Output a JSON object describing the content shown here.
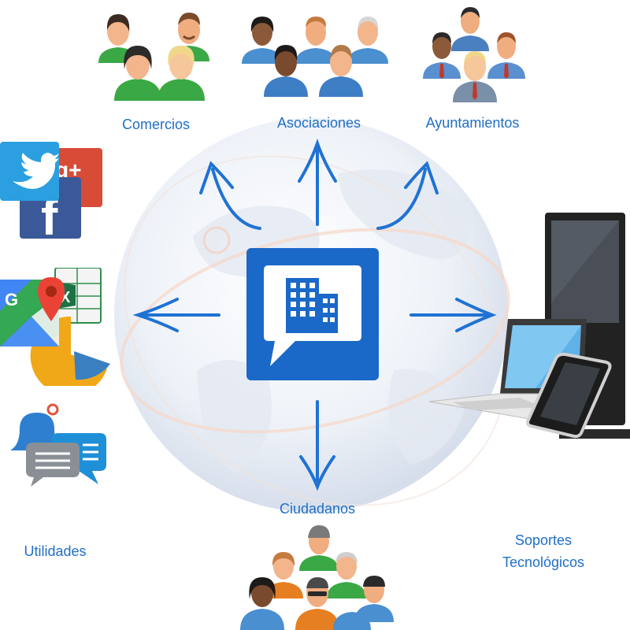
{
  "diagram": {
    "center": {
      "icon": "building-chat-icon",
      "color": "#1a68c8"
    },
    "nodes": [
      {
        "id": "comercios",
        "label": "Comercios",
        "icon": "people-group-icon"
      },
      {
        "id": "asociaciones",
        "label": "Asociaciones",
        "icon": "people-group-icon"
      },
      {
        "id": "ayuntamientos",
        "label": "Ayuntamientos",
        "icon": "business-people-icon"
      },
      {
        "id": "soportes",
        "label_line1": "Soportes",
        "label_line2": "Tecnológicos",
        "icon": "devices-icon"
      },
      {
        "id": "ciudadanos",
        "label": "Ciudadanos",
        "icon": "people-group-icon"
      },
      {
        "id": "utilidades",
        "label": "Utilidades",
        "icon": "apps-icon"
      }
    ],
    "apps": {
      "social": [
        "twitter-icon",
        "google-plus-icon",
        "facebook-icon"
      ],
      "tools": [
        "google-maps-icon",
        "excel-icon",
        "pie-chart-icon"
      ],
      "notify": [
        "bell-icon",
        "chat-bubbles-icon"
      ]
    },
    "colors": {
      "label": "#1f6fc6",
      "arrow": "#1f72d4",
      "globe": "#dfe6f1"
    }
  }
}
